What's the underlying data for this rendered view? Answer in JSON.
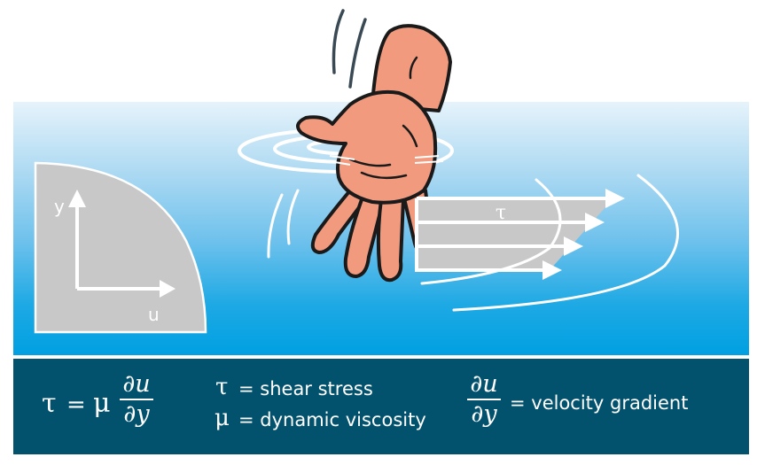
{
  "colors": {
    "water_top": "#e6f3fb",
    "water_bottom": "#00a0e2",
    "formula_bar": "#02526d",
    "hand_skin": "#f29a7e",
    "hand_outline": "#1a1a1a",
    "profile_fill": "#c8c8c8",
    "arrow": "#ffffff"
  },
  "coordinate_panel": {
    "y_axis_label": "y",
    "x_axis_label": "u"
  },
  "velocity_profile": {
    "shear_label": "τ",
    "arrow_count": 4
  },
  "formula": {
    "lhs": "τ",
    "equals": "=",
    "mu": "μ",
    "numerator": "∂u",
    "denominator": "∂y"
  },
  "legend": {
    "tau_symbol": "τ",
    "tau_text": "= shear stress",
    "mu_symbol": "μ",
    "mu_text": "= dynamic viscosity",
    "gradient_numerator": "∂u",
    "gradient_denominator": "∂y",
    "gradient_text": "= velocity gradient"
  }
}
